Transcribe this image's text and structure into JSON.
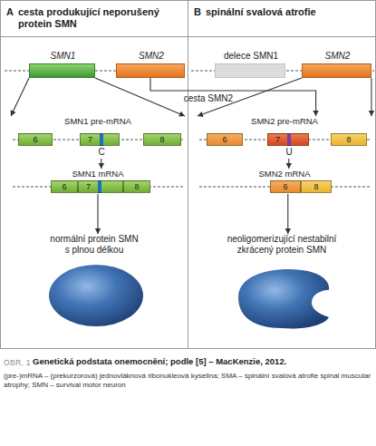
{
  "diagram": {
    "caption": "Genetická podstata onemocnění; podle [5] – MacKenzie, 2012.",
    "nodes": [
      {
        "text": [
          "A",
          "cesta produkující neporušený protein SMN"
        ]
      },
      {
        "text": [
          "SMN1"
        ],
        "in": 0
      },
      {
        "text": [
          "SMN2"
        ],
        "in": 0
      },
      {
        "text": [
          "SMN1 pre-mRNA"
        ],
        "in": 0
      },
      {
        "text": [
          "6"
        ],
        "in": 3
      },
      {
        "text": [
          "7"
        ],
        "in": 3
      },
      {
        "text": [
          "8"
        ],
        "in": 3
      },
      {
        "text": [
          "SMN1 mRNA"
        ],
        "in": 0
      },
      {
        "text": [
          "6"
        ],
        "in": 7
      },
      {
        "text": [
          "7"
        ],
        "in": 7
      },
      {
        "text": [
          "8"
        ],
        "in": 7
      },
      {
        "text": [
          "normální protein SMN s plnou délkou"
        ],
        "in": 0
      },
      {
        "text": [
          "B",
          "spinální svalová atrofie"
        ]
      },
      {
        "text": [
          "delece SMN1"
        ],
        "in": 12
      },
      {
        "text": [
          "SMN2"
        ],
        "in": 12
      },
      {
        "text": [
          "SMN2 pre-mRNA"
        ],
        "in": 12
      },
      {
        "text": [
          "6"
        ],
        "in": 15
      },
      {
        "text": [
          "7"
        ],
        "in": 15
      },
      {
        "text": [
          "8"
        ],
        "in": 15
      },
      {
        "text": [
          "SMN2 mRNA"
        ],
        "in": 12
      },
      {
        "text": [
          "6"
        ],
        "in": 19
      },
      {
        "text": [
          "8"
        ],
        "in": 19
      },
      {
        "text": [
          "neoligomerizující nestabilní zkrácený protein SMN"
        ],
        "in": 12
      }
    ],
    "edges": [
      {
        "from": 1,
        "to": 3,
        "arrow": "to"
      },
      {
        "from": 1,
        "to": 3,
        "arrow": "to"
      },
      {
        "from": 3,
        "to": 7,
        "arrow": "to"
      },
      {
        "from": 7,
        "to": 11,
        "arrow": "to"
      },
      {
        "from": 2,
        "to": 15,
        "label": "cesta SMN2",
        "arrow": "to"
      },
      {
        "from": 14,
        "to": 15,
        "arrow": "to"
      },
      {
        "from": 14,
        "to": 15,
        "arrow": "to"
      },
      {
        "from": 15,
        "to": 19,
        "arrow": "to"
      },
      {
        "from": 19,
        "to": 22,
        "arrow": "to"
      }
    ],
    "labels": [
      "C",
      "U",
      "OBR. 1",
      "(pre-)mRNA – (prekurzorová) jednovláknová ribonukleová kyselina; SMA – spinální svalová atrofie spinal muscular atrophy; SMN – survival motor neuron"
    ]
  }
}
